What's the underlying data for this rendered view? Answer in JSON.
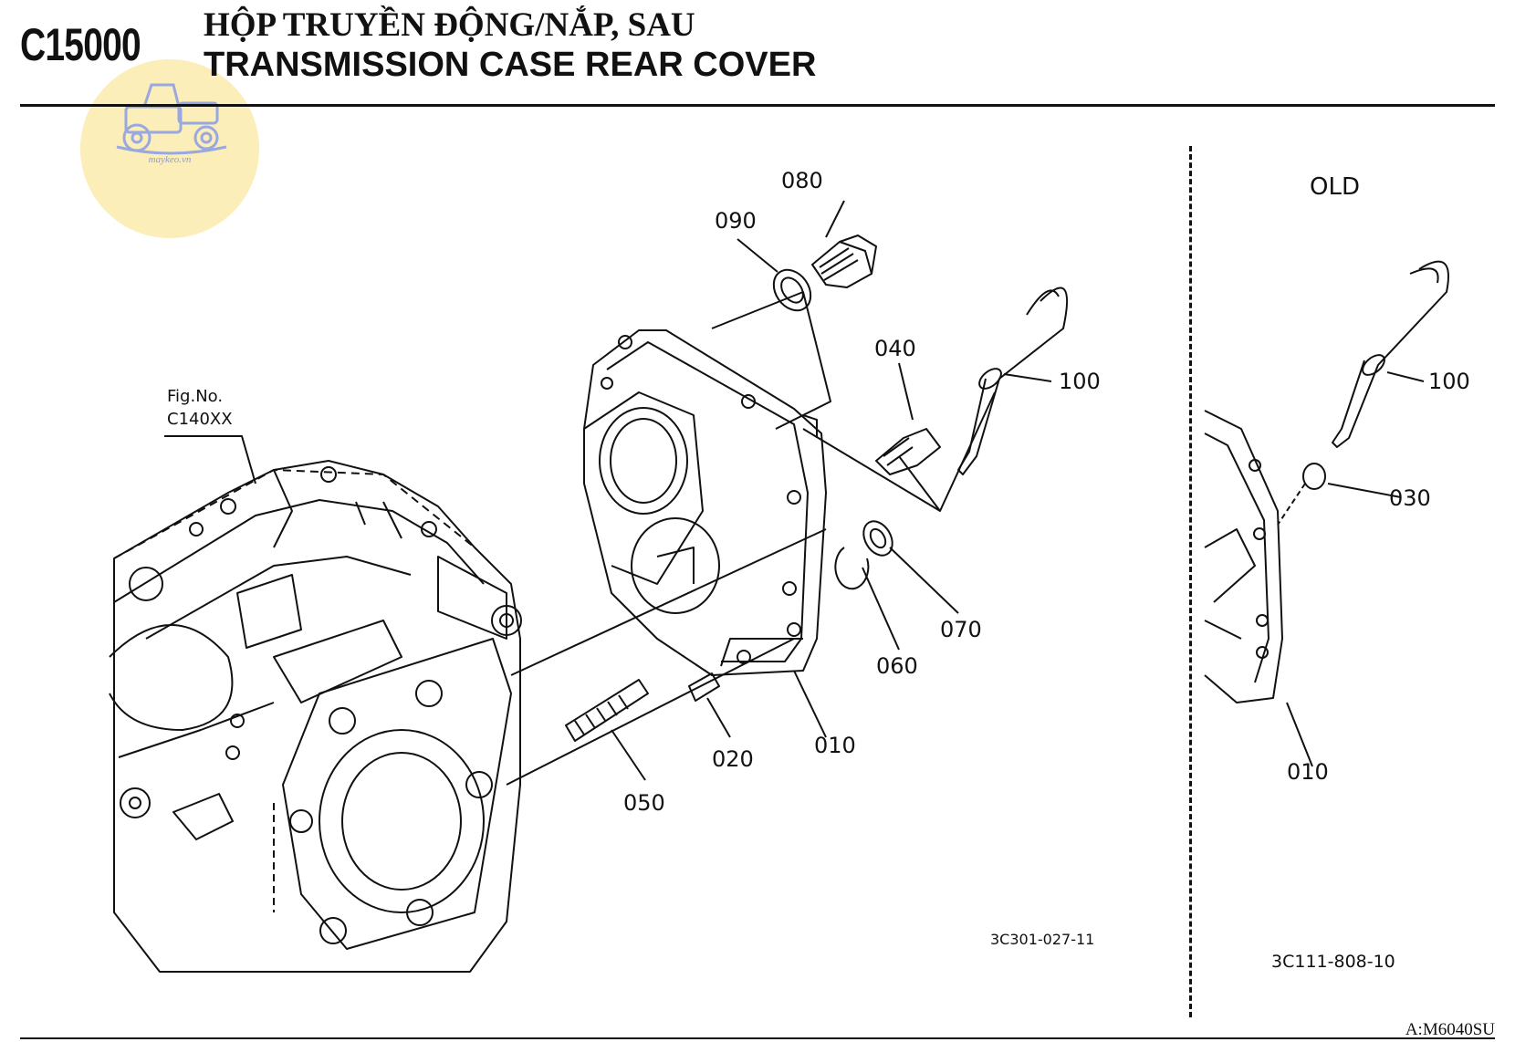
{
  "header": {
    "code": "C15000",
    "title_vi": "HỘP TRUYỀN ĐỘNG/NẮP, SAU",
    "title_en": "TRANSMISSION CASE REAR COVER"
  },
  "watermark": {
    "text": "maykeo.vn",
    "color": "#fbeeb8"
  },
  "figure_ref": {
    "line1": "Fig.No.",
    "line2": "C140XX"
  },
  "old_label": "OLD",
  "callouts": {
    "c080": "080",
    "c090": "090",
    "c040": "040",
    "c100": "100",
    "c070": "070",
    "c060": "060",
    "c010": "010",
    "c020": "020",
    "c050": "050",
    "old_100": "100",
    "old_030": "030",
    "old_010": "010"
  },
  "drawing_codes": {
    "main": "3C301-027-11",
    "old": "3C111-808-10"
  },
  "footer_ref": "A:M6040SU"
}
